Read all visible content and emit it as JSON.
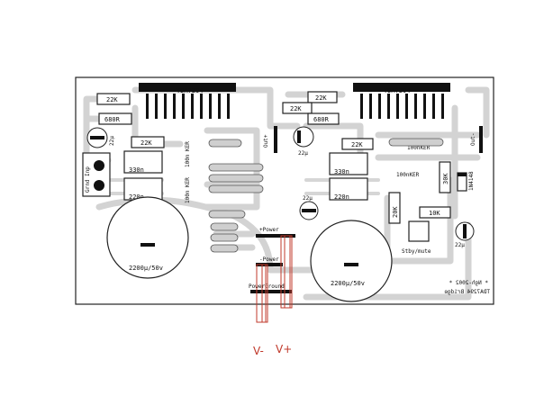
{
  "chips": {
    "left": "TDA7294",
    "right": "TDA7294"
  },
  "resistors": {
    "r22k_a": "22K",
    "r680_a": "680R",
    "r22k_b": "22K",
    "r22k_c": "22K",
    "r22k_d": "22K",
    "r680_b": "680R",
    "r22k_e": "22K",
    "r30k": "30K",
    "r10k": "10K",
    "r20k": "20K"
  },
  "caps": {
    "c22u_left": "22µ",
    "c22u_mid": "22µ",
    "c22u_mid2": "22µ",
    "c22u_right": "22µ",
    "c330n_left": "330n",
    "c220n_left": "220n",
    "c330n_right": "330n",
    "c220n_right": "220n",
    "c100n_ker_a": "100n KER",
    "c100n_ker_b": "100n KER",
    "c100n_ker_c": "100nKER",
    "c100n_ker_d": "100nKER",
    "big_left": "2200µ/50v",
    "big_right": "2200µ/50v"
  },
  "diode": "1N4148",
  "connectors": {
    "input": "Grnd Inp",
    "out_plus": "Out+",
    "out_minus": "Out-",
    "power_pos": "+Power",
    "power_neg": "-Power",
    "power_gnd": "PowerGround",
    "standby": "Stby/mute"
  },
  "credits": {
    "line1": "* Ngh-2002 *",
    "line2": "TDA7294 Bridge"
  },
  "supply": {
    "v_minus": "V-",
    "v_plus": "V+"
  },
  "colors": {
    "trace": "#d3d3d3",
    "wire": "#c0392b",
    "copper_dark": "#111111"
  }
}
